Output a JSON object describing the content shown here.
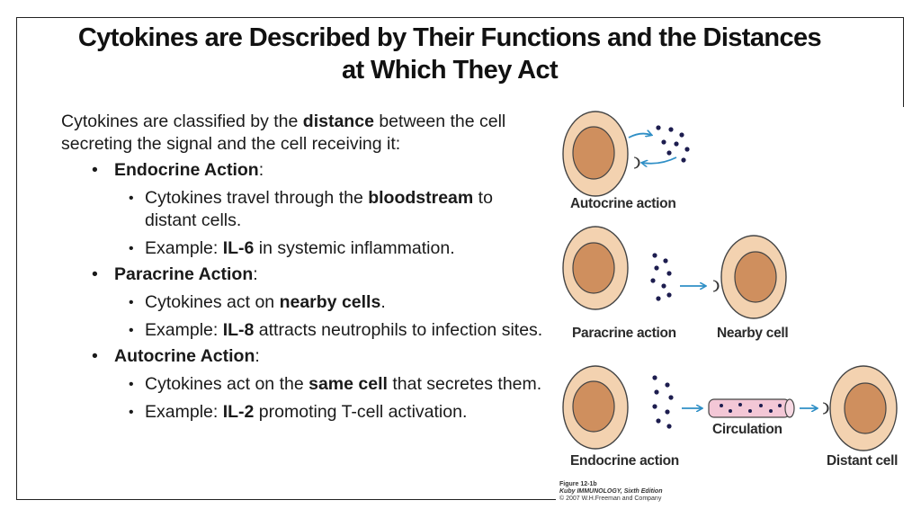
{
  "title_line1": "Cytokines are Described by Their Functions and the Distances",
  "title_line2": "at Which They Act",
  "intro": {
    "pre": "Cytokines are classified by the ",
    "bold": "distance",
    "post": " between the cell secreting the signal and the cell receiving it:"
  },
  "sections": {
    "endocrine": {
      "heading": "Endocrine Action",
      "colon": ":",
      "b1_pre": "Cytokines travel through the ",
      "b1_bold": "bloodstream",
      "b1_post": " to distant cells.",
      "b2_pre": "Example: ",
      "b2_bold": "IL-6",
      "b2_post": " in systemic inflammation."
    },
    "paracrine": {
      "heading": "Paracrine Action",
      "colon": ":",
      "b1_pre": "Cytokines act on ",
      "b1_bold": "nearby cells",
      "b1_post": ".",
      "b2_pre": "Example: ",
      "b2_bold": "IL-8",
      "b2_post": " attracts neutrophils to infection sites."
    },
    "autocrine": {
      "heading": "Autocrine Action",
      "colon": ":",
      "b1_pre": "Cytokines act on the ",
      "b1_bold": "same cell",
      "b1_post": " that secretes them.",
      "b2_pre": "Example: ",
      "b2_bold": "IL-2",
      "b2_post": " promoting T-cell activation."
    }
  },
  "figure": {
    "autocrine_label": "Autocrine action",
    "paracrine_label": "Paracrine action",
    "nearby_label": "Nearby cell",
    "endocrine_label": "Endocrine action",
    "circulation_label": "Circulation",
    "distant_label": "Distant cell",
    "credit_line1": "Figure 12-1b",
    "credit_line2": "Kuby IMMUNOLOGY, Sixth Edition",
    "credit_line3": "© 2007 W.H.Freeman and Company"
  },
  "colors": {
    "cell_outer": "#f3d2b0",
    "cell_inner": "#cf8f5e",
    "arrow": "#2f8fc6",
    "dot": "#1d1d4f",
    "vessel": "#f3c7d6"
  }
}
